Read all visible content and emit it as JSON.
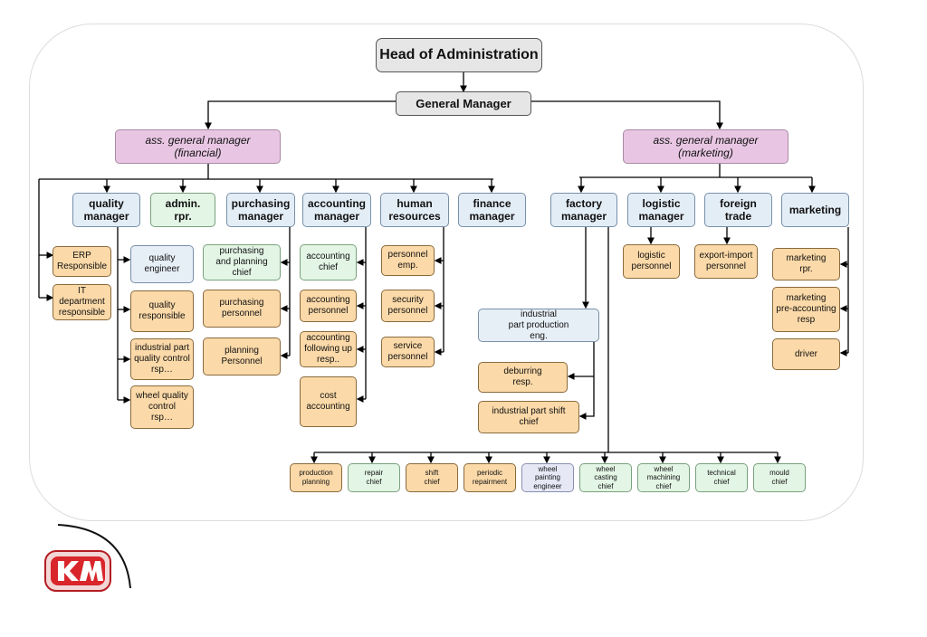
{
  "org": {
    "head": "Head of Administration",
    "general_manager": "General Manager",
    "ass_financial": "ass. general manager\n(financial)",
    "ass_marketing": "ass. general manager\n(marketing)",
    "quality_manager": "quality\nmanager",
    "admin_rpr": "admin.\nrpr.",
    "purchasing_manager": "purchasing\nmanager",
    "accounting_manager": "accounting\nmanager",
    "human_resources": "human\nresources",
    "finance_manager": "finance\nmanager",
    "factory_manager": "factory\nmanager",
    "logistic_manager": "logistic\nmanager",
    "foreign_trade": "foreign\ntrade",
    "marketing": "marketing",
    "erp": "ERP\nResponsible",
    "it_dept": "IT\ndepartment\nresponsible",
    "quality_engineer": "quality\nengineer",
    "quality_responsible": "quality\nresponsible",
    "ind_part_qc": "industrial part\nquality control\nrsp…",
    "wheel_qc": "wheel quality\ncontrol\nrsp…",
    "purch_planning_chief": "purchasing\nand planning\nchief",
    "purch_personnel": "purchasing\npersonnel",
    "planning_personnel": "planning\nPersonnel",
    "accounting_chief": "accounting\nchief",
    "accounting_personnel": "accounting\npersonnel",
    "accounting_followup": "accounting\nfollowing up\nresp..",
    "cost_accounting": "cost\naccounting",
    "personnel_emp": "personnel\nemp.",
    "security_personnel": "security\npersonnel",
    "service_personnel": "service\npersonnel",
    "ind_part_prod_eng": "industrial\npart production\neng.",
    "deburring": "deburring\nresp.",
    "ind_shift_chief": "industrial part shift\nchief",
    "logistic_personnel": "logistic\npersonnel",
    "export_import": "export-import\npersonnel",
    "marketing_rpr": "marketing\nrpr.",
    "marketing_preacc": "marketing\npre-accounting\nresp",
    "driver": "driver",
    "production_planning": "production\nplanning",
    "repair_chief": "repair\nchief",
    "shift_chief": "shift\nchief",
    "periodic_repairment": "periodic\nrepairment",
    "wheel_painting_eng": "wheel\npainting\nengineer",
    "wheel_casting_chief": "wheel\ncasting\nchief",
    "wheel_machining_chief": "wheel\nmachining\nchief",
    "technical_chief": "technical\nchief",
    "mould_chief": "mould\nchief"
  },
  "colors": {
    "top": "#e6e6e6",
    "assistant": "#e8c6e3",
    "manager": "#e3edf6",
    "orange": "#fbd9a8",
    "green": "#e3f5e5",
    "purple": "#e6e8f6",
    "logo_red": "#d8262b"
  },
  "logo": {
    "name": "company-logo"
  }
}
